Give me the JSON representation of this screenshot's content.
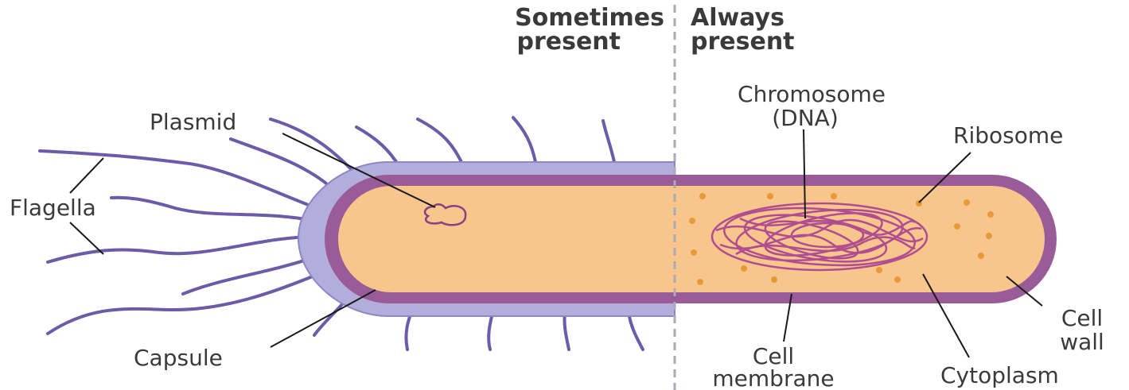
{
  "headers": {
    "sometimes_line1": "Sometimes",
    "sometimes_line2": "present",
    "always_line1": "Always",
    "always_line2": "present"
  },
  "labels": {
    "plasmid": "Plasmid",
    "flagella": "Flagella",
    "capsule": "Capsule",
    "chromosome_line1": "Chromosome",
    "chromosome_line2": "(DNA)",
    "ribosome": "Ribosome",
    "cell_wall_line1": "Cell",
    "cell_wall_line2": "wall",
    "cell_membrane_line1": "Cell",
    "cell_membrane_line2": "membrane",
    "cytoplasm": "Cytoplasm"
  },
  "colors": {
    "capsule": "#b3addb",
    "capsule_edge": "#8f86c6",
    "cell_wall": "#9a5c98",
    "cytoplasm": "#f8c58c",
    "flagella": "#6b5ba8",
    "dna": "#b04d90",
    "ribosome": "#e89a3a",
    "divider": "#a9a9b9"
  }
}
